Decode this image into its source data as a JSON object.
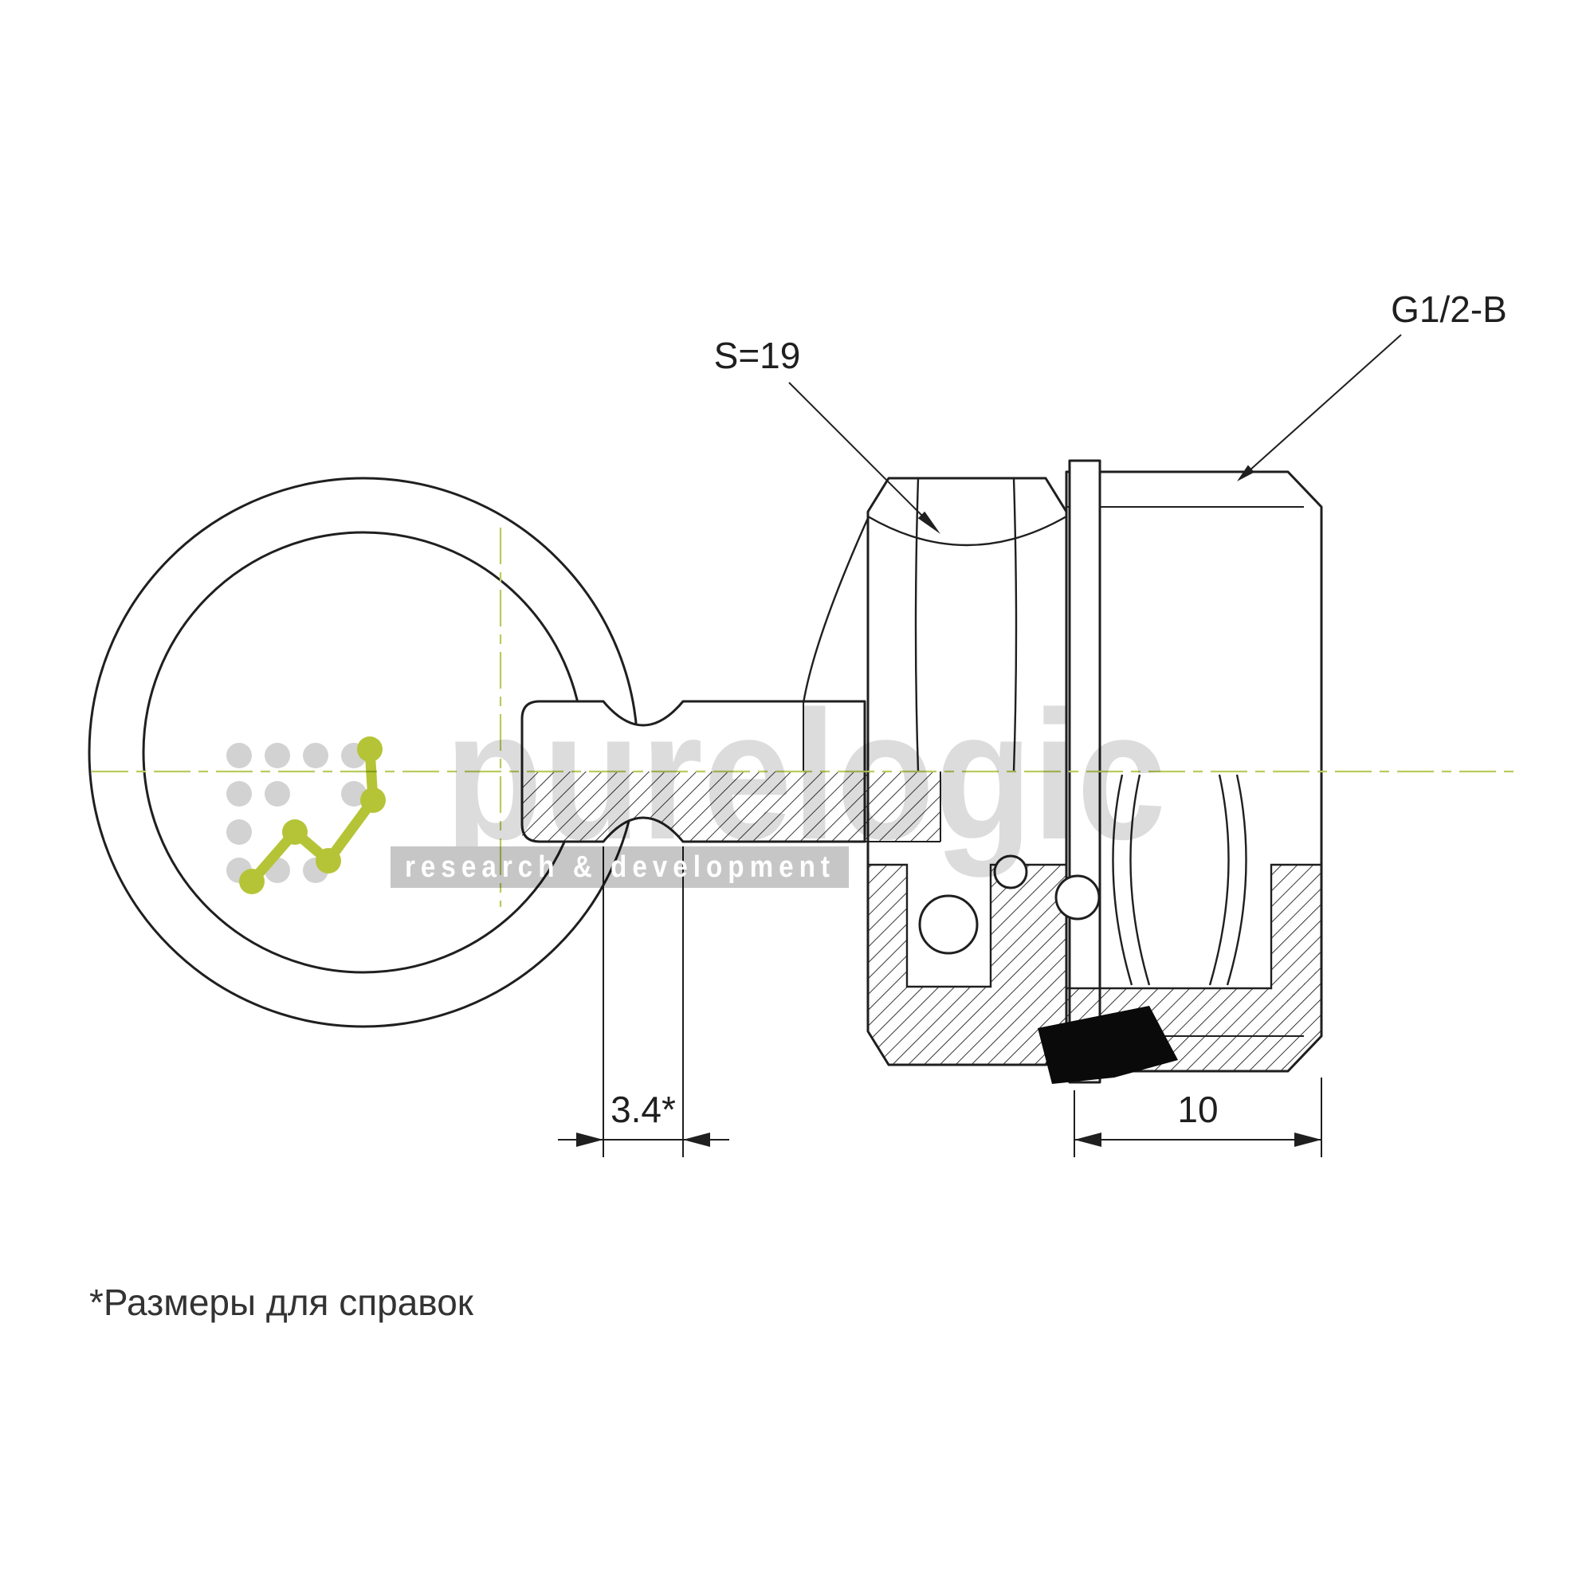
{
  "page": {
    "background": "#ffffff"
  },
  "drawing": {
    "type": "technical-drawing-plug-with-pull-ring",
    "labels": {
      "wrench_size": "S=19",
      "thread_spec": "G1/2-B",
      "groove_width_dim": "3.4*",
      "thread_length_dim": "10"
    },
    "footnote": "*Размеры для справок",
    "colors": {
      "line": "#1f1f1f",
      "centerline": "#b9cc5e",
      "section_fill": "#0a0a0a"
    }
  },
  "watermark": {
    "brand": "purelogic",
    "tagline": "research & development",
    "colors": {
      "text": "#dcdcdc",
      "accent": "#b5c437",
      "band": "#c6c6c6"
    }
  }
}
